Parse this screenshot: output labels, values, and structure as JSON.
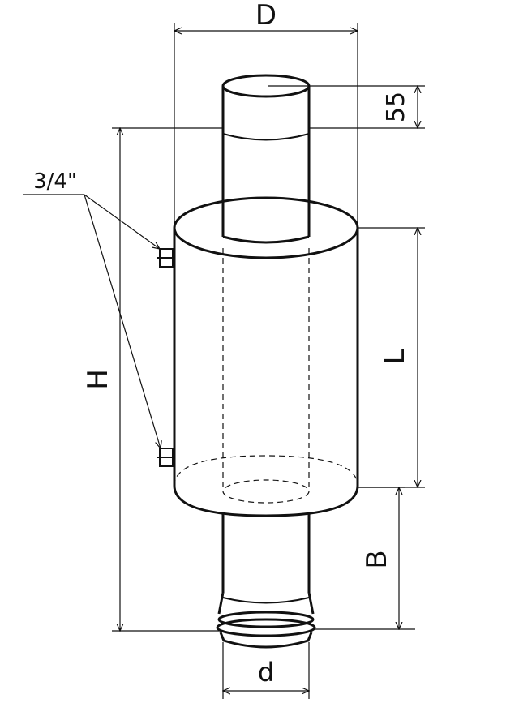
{
  "labels": {
    "diameter_outer": "D",
    "diameter_pipe": "d",
    "height_total": "H",
    "length_tank": "L",
    "bottom_offset": "B",
    "top_extension": "55",
    "fitting_size": "3/4\""
  },
  "colors": {
    "line": "#111111",
    "background": "#ffffff"
  }
}
